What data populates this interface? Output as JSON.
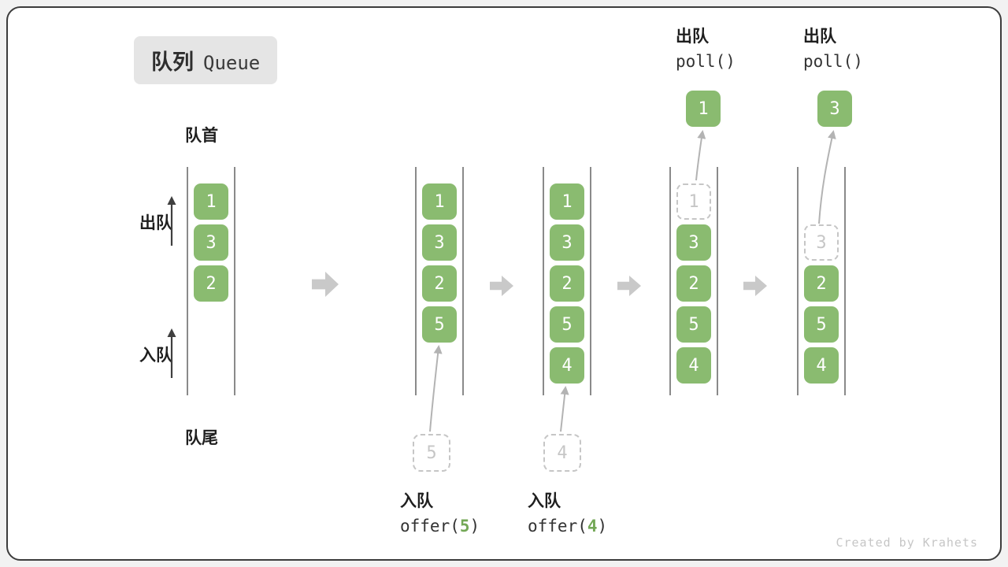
{
  "title": {
    "zh": "队列",
    "en": "Queue"
  },
  "side_labels": {
    "front": "队首",
    "rear": "队尾",
    "dequeue": "出队",
    "enqueue": "入队"
  },
  "colors": {
    "item_green": "#8ABB70",
    "arg_green": "#74A857",
    "dashed_gray": "#c6c6c6",
    "block_arrow_gray": "#c9c9c9"
  },
  "queues": [
    {
      "slots": [
        {
          "v": "1",
          "state": "solid"
        },
        {
          "v": "3",
          "state": "solid"
        },
        {
          "v": "2",
          "state": "solid"
        }
      ]
    },
    {
      "slots": [
        {
          "v": "1",
          "state": "solid"
        },
        {
          "v": "3",
          "state": "solid"
        },
        {
          "v": "2",
          "state": "solid"
        },
        {
          "v": "5",
          "state": "solid"
        }
      ],
      "pending": "5",
      "caption": {
        "zh": "入队",
        "fn_open": "offer(",
        "arg": "5",
        "fn_close": ")"
      }
    },
    {
      "slots": [
        {
          "v": "1",
          "state": "solid"
        },
        {
          "v": "3",
          "state": "solid"
        },
        {
          "v": "2",
          "state": "solid"
        },
        {
          "v": "5",
          "state": "solid"
        },
        {
          "v": "4",
          "state": "solid"
        }
      ],
      "pending": "4",
      "caption": {
        "zh": "入队",
        "fn_open": "offer(",
        "arg": "4",
        "fn_close": ")"
      }
    },
    {
      "slots": [
        {
          "v": "1",
          "state": "removed"
        },
        {
          "v": "3",
          "state": "solid"
        },
        {
          "v": "2",
          "state": "solid"
        },
        {
          "v": "5",
          "state": "solid"
        },
        {
          "v": "4",
          "state": "solid"
        }
      ],
      "out": "1",
      "caption": {
        "zh": "出队",
        "code": "poll()"
      }
    },
    {
      "slots": [
        {
          "v": "3",
          "state": "removed"
        },
        {
          "v": "2",
          "state": "solid"
        },
        {
          "v": "5",
          "state": "solid"
        },
        {
          "v": "4",
          "state": "solid"
        }
      ],
      "out": "3",
      "caption": {
        "zh": "出队",
        "code": "poll()"
      }
    }
  ],
  "footer": {
    "credit": "Created by Krahets"
  }
}
